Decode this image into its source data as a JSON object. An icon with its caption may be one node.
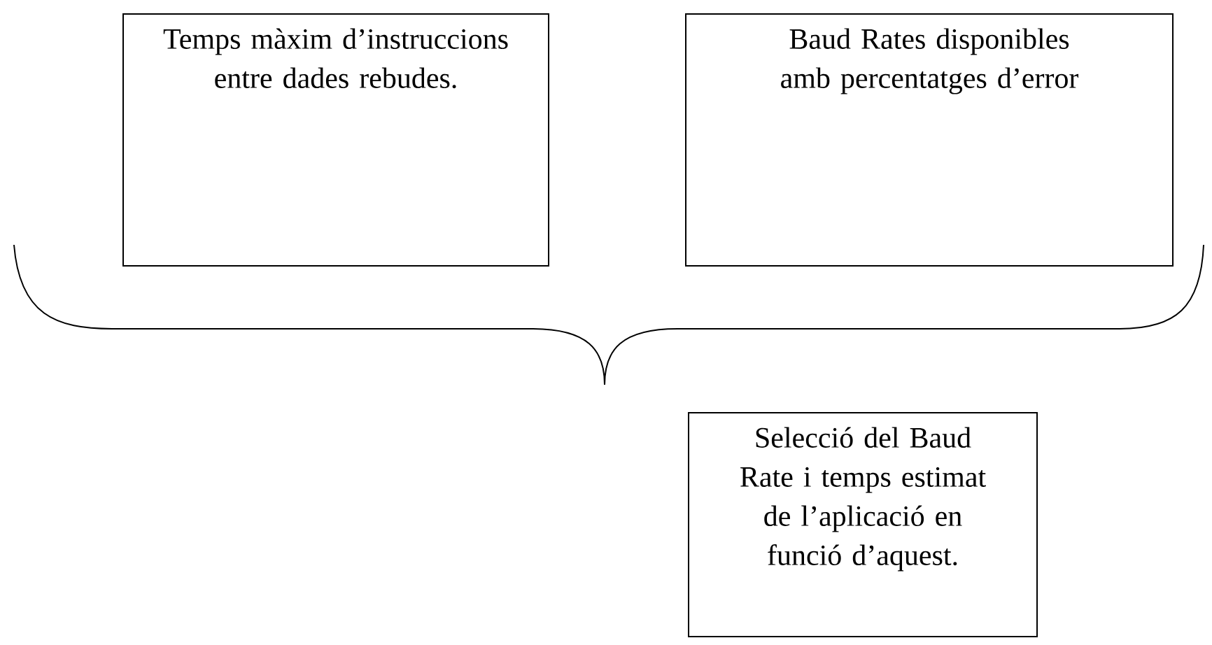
{
  "diagram": {
    "nodes": [
      {
        "text": [
          "Temps màxim d’instruccions entre dades rebudes."
        ]
      },
      {
        "text": [
          "Baud Rates disponibles amb percentatges d’error"
        ]
      },
      {
        "text": [
          "Selecció del Baud Rate i temps estimat de l’aplicació en funció d’aquest."
        ]
      }
    ]
  }
}
